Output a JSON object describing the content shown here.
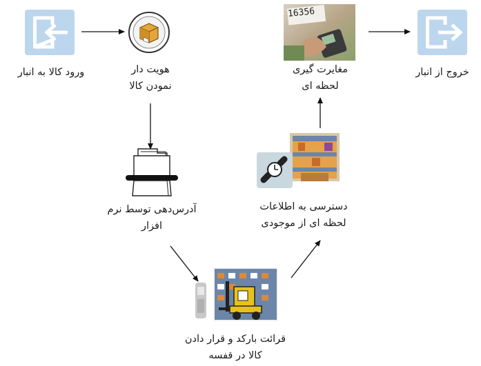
{
  "colors": {
    "door_icon": "#bcd6ee",
    "arrow": "#111111",
    "box": "#e4a53a",
    "forklift": "#e8c21a",
    "shelf": "#6b86a8",
    "photo_green": "#8aa16a"
  },
  "nodes": {
    "entry": {
      "line1": "ورود کالا به انبار",
      "icon": "door-enter-icon"
    },
    "identify": {
      "line1": "هویت دار",
      "line2": "نمودن کالا",
      "icon": "package-icon"
    },
    "discrepancy": {
      "line1": "مغایرت گیری",
      "line2": "لحظه ای",
      "icon": "barcode-scanner-photo"
    },
    "exit": {
      "line1": "خروج از انبار",
      "icon": "door-exit-icon"
    },
    "addressing": {
      "line1": "آدرس‌دهی توسط نرم",
      "line2": "افزار",
      "icon": "file-folder-icon"
    },
    "access": {
      "line1": "دسترسی به اطلاعات",
      "line2": "لحظه ای از موجودی",
      "icon": "warehouse-clock-icon"
    },
    "barcode": {
      "line1": "قرائت بارکد و قرار دادن",
      "line2": "کالا در قفسه",
      "icon": "forklift-scanner-icon"
    }
  },
  "photo_text": "16356"
}
